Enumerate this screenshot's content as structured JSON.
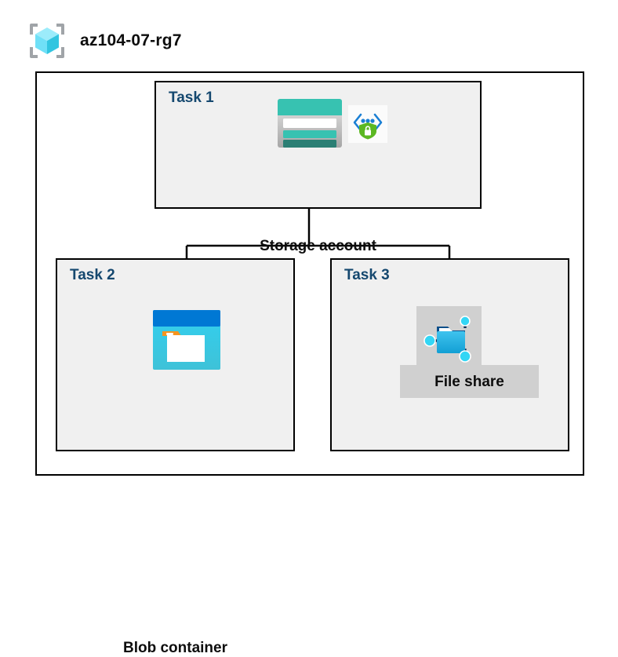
{
  "header": {
    "title": "az104-07-rg7",
    "icon": "resource-group-icon"
  },
  "diagram": {
    "type": "hierarchy",
    "root_container": "resource-group",
    "tasks": [
      {
        "label": "Task 1",
        "node_caption": "Storage account",
        "icons": [
          "storage-account-icon",
          "security-shield-icon"
        ]
      },
      {
        "label": "Task 2",
        "node_caption": "Blob container",
        "icons": [
          "blob-container-icon"
        ]
      },
      {
        "label": "Task 3",
        "node_caption": "File share",
        "icons": [
          "file-share-icon"
        ]
      }
    ],
    "connections": [
      {
        "from": "Storage account",
        "to": "Blob container"
      },
      {
        "from": "Storage account",
        "to": "File share"
      }
    ]
  },
  "colors": {
    "task_label": "#15486f",
    "box_fill": "#f0f0f0",
    "box_border": "#000000",
    "page_background": "#ffffff",
    "plate_gray": "#d0d0d0",
    "azure_blue": "#0078d4",
    "storage_teal": "#37c2b1",
    "shield_green": "#5bb722",
    "cube_cyan": "#50e6ff"
  }
}
